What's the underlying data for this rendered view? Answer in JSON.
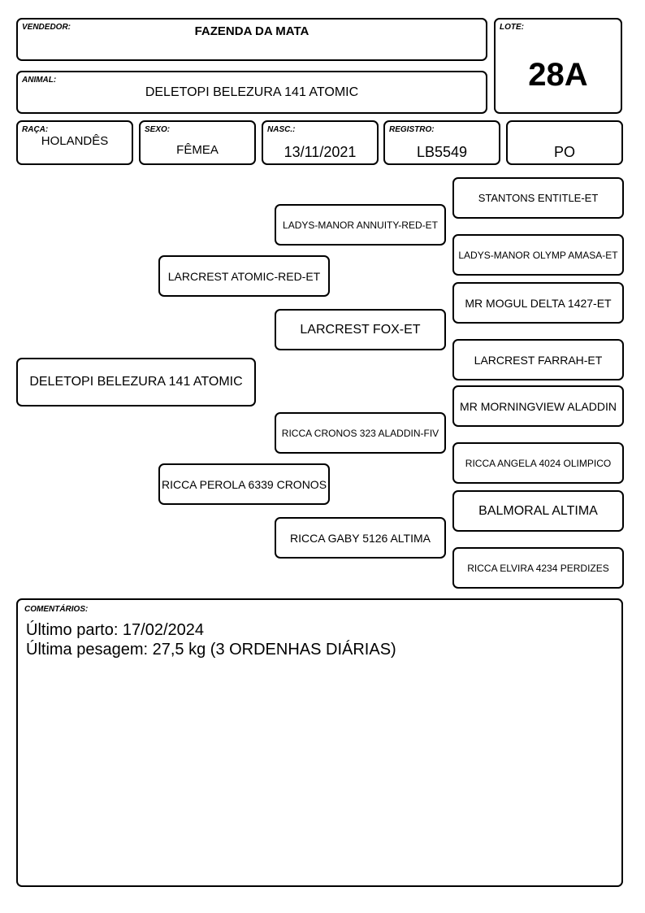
{
  "header": {
    "vendedor_label": "VENDEDOR:",
    "vendedor": "FAZENDA DA MATA",
    "lote_label": "LOTE:",
    "lote": "28A",
    "animal_label": "ANIMAL:",
    "animal": "DELETOPI BELEZURA 141 ATOMIC",
    "raca_label": "RAÇA:",
    "raca": "HOLANDÊS",
    "sexo_label": "SEXO:",
    "sexo": "FÊMEA",
    "nasc_label": "NASC.:",
    "nasc": "13/11/2021",
    "registro_label": "REGISTRO:",
    "registro": "LB5549",
    "categoria": "PO"
  },
  "pedigree": {
    "animal": "DELETOPI BELEZURA 141 ATOMIC",
    "sire": "LARCREST ATOMIC-RED-ET",
    "dam": "RICCA PEROLA 6339 CRONOS",
    "sire_sire": "LADYS-MANOR ANNUITY-RED-ET",
    "sire_dam": "LARCREST FOX-ET",
    "dam_sire": "RICCA CRONOS 323 ALADDIN-FIV",
    "dam_dam": "RICCA GABY 5126 ALTIMA",
    "sss": "STANTONS ENTITLE-ET",
    "ssd": "LADYS-MANOR OLYMP AMASA-ET",
    "sds": "MR MOGUL DELTA 1427-ET",
    "sdd": "LARCREST FARRAH-ET",
    "dss": "MR MORNINGVIEW ALADDIN",
    "dsd": "RICCA ANGELA 4024 OLIMPICO",
    "dds": "BALMORAL ALTIMA",
    "ddd": "RICCA ELVIRA 4234 PERDIZES"
  },
  "comments": {
    "label": "COMENTÁRIOS:",
    "line1": "Último parto: 17/02/2024",
    "line2": "Última pesagem: 27,5 kg (3 ORDENHAS DIÁRIAS)"
  }
}
